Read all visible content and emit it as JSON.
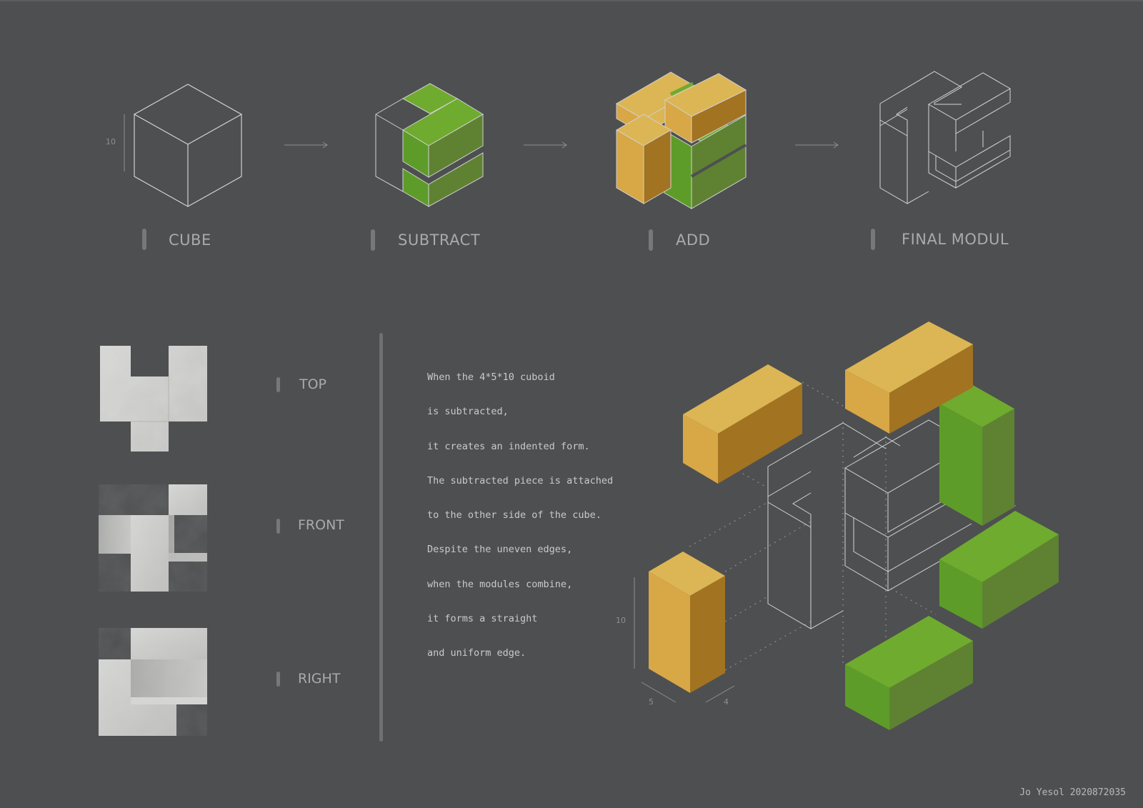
{
  "steps": [
    {
      "label": "CUBE"
    },
    {
      "label": "SUBTRACT"
    },
    {
      "label": "ADD"
    },
    {
      "label": "FINAL MODUL"
    }
  ],
  "dimensions": {
    "cube_height": "10",
    "block_height": "10",
    "block_width": "5",
    "block_depth": "4"
  },
  "views": [
    {
      "label": "TOP"
    },
    {
      "label": "FRONT"
    },
    {
      "label": "RIGHT"
    }
  ],
  "description": [
    "When the 4*5*10 cuboid",
    "is subtracted,",
    "it creates an indented form.",
    "The subtracted piece is attached",
    "to the other side of the cube.",
    "Despite the uneven edges,",
    "when the modules combine,",
    "it forms a straight",
    "and uniform edge."
  ],
  "credit": "Jo Yesol 2020872035",
  "colors": {
    "background": "#4e4f51",
    "line": "#d8d8d8",
    "green_top": "#6fab2e",
    "green_left": "#5e9c29",
    "green_right": "#5e8232",
    "yellow_top": "#dcb654",
    "yellow_left": "#d8a746",
    "yellow_right": "#a27321",
    "concrete": "#c9c9c7"
  }
}
